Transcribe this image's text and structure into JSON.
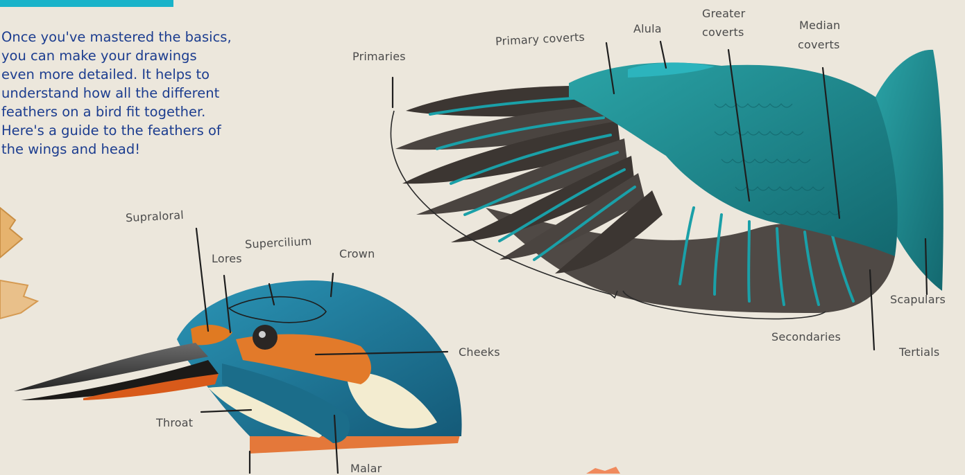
{
  "intro": {
    "lines": [
      "Once you've mastered the basics,",
      "you can make your drawings",
      "even more detailed. It helps to",
      "understand how all the different",
      "feathers on a bird fit together.",
      "Here's a guide to the feathers of",
      "the wings and head!"
    ]
  },
  "wing_labels": {
    "primaries": "Primaries",
    "primary_coverts": "Primary coverts",
    "alula": "Alula",
    "greater_coverts_1": "Greater",
    "greater_coverts_2": "coverts",
    "median_coverts_1": "Median",
    "median_coverts_2": "coverts",
    "scapulars": "Scapulars",
    "secondaries": "Secondaries",
    "tertials": "Tertials"
  },
  "head_labels": {
    "supraloral": "Supraloral",
    "lores": "Lores",
    "supercilium": "Supercilium",
    "crown": "Crown",
    "cheeks": "Cheeks",
    "throat": "Throat",
    "malar": "Malar"
  },
  "colors": {
    "background": "#ece7dc",
    "text_blue": "#1c3d8f",
    "label_gray": "#4a4a4a",
    "teal": "#1f8a8f",
    "feather_dark": "#4e4843",
    "orange": "#e07a22"
  }
}
